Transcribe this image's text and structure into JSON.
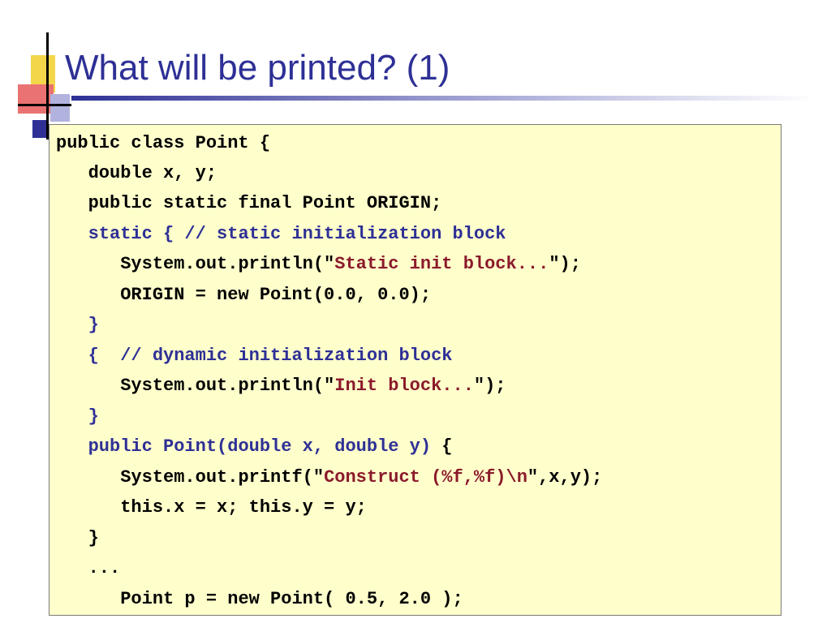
{
  "slide": {
    "title": "What will be printed? (1)"
  },
  "colors": {
    "title": "#2e3096",
    "code_background": "#ffffcc",
    "comment_block": "#2e3096",
    "string_literal": "#8b1a2b",
    "code_text": "#000000"
  },
  "code": {
    "lines": [
      {
        "indent": "",
        "segments": [
          {
            "text": "public class Point {",
            "style": "plain"
          }
        ]
      },
      {
        "indent": "   ",
        "segments": [
          {
            "text": "double x, y;",
            "style": "plain"
          }
        ]
      },
      {
        "indent": "   ",
        "segments": [
          {
            "text": "public static final Point ORIGIN;",
            "style": "plain"
          }
        ]
      },
      {
        "indent": "   ",
        "segments": [
          {
            "text": "static { // static initialization block",
            "style": "blue"
          }
        ]
      },
      {
        "indent": "      ",
        "segments": [
          {
            "text": "System.out.println(\"",
            "style": "plain"
          },
          {
            "text": "Static init block...",
            "style": "red"
          },
          {
            "text": "\");",
            "style": "plain"
          }
        ]
      },
      {
        "indent": "      ",
        "segments": [
          {
            "text": "ORIGIN = new Point(0.0, 0.0);",
            "style": "plain"
          }
        ]
      },
      {
        "indent": "   ",
        "segments": [
          {
            "text": "}",
            "style": "blue"
          }
        ]
      },
      {
        "indent": "   ",
        "segments": [
          {
            "text": "{  // dynamic initialization block",
            "style": "blue"
          }
        ]
      },
      {
        "indent": "      ",
        "segments": [
          {
            "text": "System.out.println(\"",
            "style": "plain"
          },
          {
            "text": "Init block...",
            "style": "red"
          },
          {
            "text": "\");",
            "style": "plain"
          }
        ]
      },
      {
        "indent": "   ",
        "segments": [
          {
            "text": "}",
            "style": "blue"
          }
        ]
      },
      {
        "indent": "   ",
        "segments": [
          {
            "text": "public Point(double x, double y)",
            "style": "blue"
          },
          {
            "text": " {",
            "style": "plain"
          }
        ]
      },
      {
        "indent": "      ",
        "segments": [
          {
            "text": "System.out.printf(\"",
            "style": "plain"
          },
          {
            "text": "Construct (%f,%f)\\n",
            "style": "red"
          },
          {
            "text": "\",x,y);",
            "style": "plain"
          }
        ]
      },
      {
        "indent": "      ",
        "segments": [
          {
            "text": "this.x = x; this.y = y;",
            "style": "plain"
          }
        ]
      },
      {
        "indent": "   ",
        "segments": [
          {
            "text": "}",
            "style": "plain"
          }
        ]
      },
      {
        "indent": "   ",
        "segments": [
          {
            "text": "...",
            "style": "plain"
          }
        ]
      },
      {
        "indent": "      ",
        "segments": [
          {
            "text": "Point p = new Point( 0.5, 2.0 );",
            "style": "plain"
          }
        ]
      }
    ]
  }
}
